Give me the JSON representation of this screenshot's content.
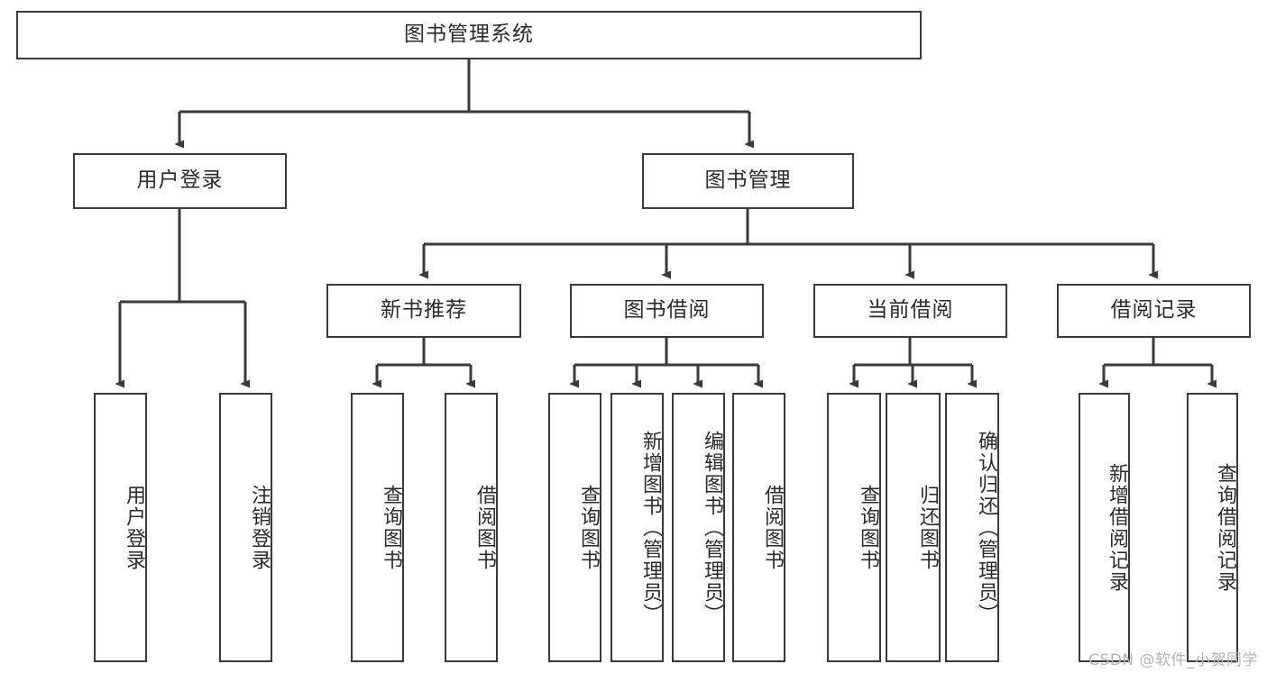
{
  "diagram": {
    "title": "图书管理系统",
    "type": "tree",
    "background_color": "#ffffff",
    "line_color": "#3a3a3a",
    "box_border_color": "#3a3a3a",
    "box_fill_color": "#ffffff",
    "text_color": "#2b2b2b",
    "root": {
      "id": "root",
      "label": "图书管理系统",
      "orientation": "horizontal"
    },
    "level1": [
      {
        "id": "user-login",
        "label": "用户登录",
        "orientation": "horizontal"
      },
      {
        "id": "book-manage",
        "label": "图书管理",
        "orientation": "horizontal"
      }
    ],
    "level2": [
      {
        "id": "new-book-recommend",
        "label": "新书推荐",
        "parent": "book-manage",
        "orientation": "horizontal"
      },
      {
        "id": "book-borrow",
        "label": "图书借阅",
        "parent": "book-manage",
        "orientation": "horizontal"
      },
      {
        "id": "current-borrow",
        "label": "当前借阅",
        "parent": "book-manage",
        "orientation": "horizontal"
      },
      {
        "id": "borrow-record",
        "label": "借阅记录",
        "parent": "book-manage",
        "orientation": "horizontal"
      }
    ],
    "leaves": [
      {
        "id": "leaf-user-login",
        "label": "用户登录",
        "parent": "user-login",
        "orientation": "vertical"
      },
      {
        "id": "leaf-logout",
        "label": "注销登录",
        "parent": "user-login",
        "orientation": "vertical"
      },
      {
        "id": "leaf-query-book-1",
        "label": "查询图书",
        "parent": "new-book-recommend",
        "orientation": "vertical"
      },
      {
        "id": "leaf-borrow-book-1",
        "label": "借阅图书",
        "parent": "new-book-recommend",
        "orientation": "vertical"
      },
      {
        "id": "leaf-query-book-2",
        "label": "查询图书",
        "parent": "book-borrow",
        "orientation": "vertical"
      },
      {
        "id": "leaf-add-book",
        "label": "新增图书（管理员）",
        "parent": "book-borrow",
        "orientation": "vertical"
      },
      {
        "id": "leaf-edit-book",
        "label": "编辑图书（管理员）",
        "parent": "book-borrow",
        "orientation": "vertical"
      },
      {
        "id": "leaf-borrow-book-2",
        "label": "借阅图书",
        "parent": "book-borrow",
        "orientation": "vertical"
      },
      {
        "id": "leaf-query-book-3",
        "label": "查询图书",
        "parent": "current-borrow",
        "orientation": "vertical"
      },
      {
        "id": "leaf-return-book",
        "label": "归还图书",
        "parent": "current-borrow",
        "orientation": "vertical"
      },
      {
        "id": "leaf-confirm-return",
        "label": "确认归还（管理员）",
        "parent": "current-borrow",
        "orientation": "vertical"
      },
      {
        "id": "leaf-add-record",
        "label": "新增借阅记录",
        "parent": "borrow-record",
        "orientation": "vertical"
      },
      {
        "id": "leaf-query-record",
        "label": "查询借阅记录",
        "parent": "borrow-record",
        "orientation": "vertical"
      }
    ]
  },
  "watermark": {
    "text": "CSDN @软件_小贺同学"
  }
}
